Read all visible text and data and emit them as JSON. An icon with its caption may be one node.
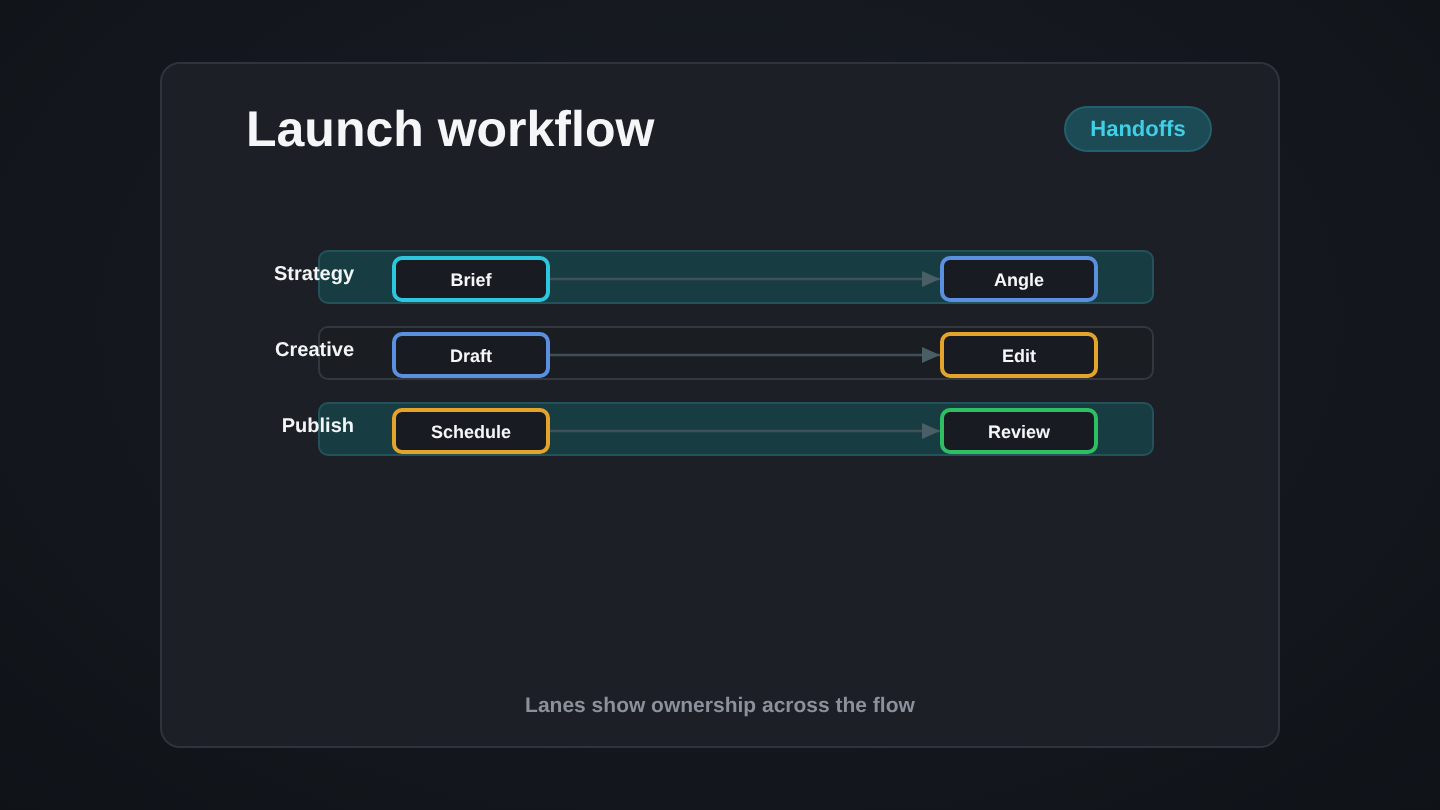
{
  "diagram": {
    "title": "Launch workflow",
    "caption": "Lanes show ownership across the flow",
    "nodes": [
      {
        "text": [
          "Strategy"
        ]
      },
      {
        "text": [
          "Brief"
        ],
        "in": 0
      },
      {
        "text": [
          "Angle"
        ],
        "in": 0
      },
      {
        "text": [
          "Creative"
        ]
      },
      {
        "text": [
          "Draft"
        ],
        "in": 3
      },
      {
        "text": [
          "Edit"
        ],
        "in": 3
      },
      {
        "text": [
          "Publish"
        ]
      },
      {
        "text": [
          "Schedule"
        ],
        "in": 6
      },
      {
        "text": [
          "Review"
        ],
        "in": 6
      },
      {
        "text": [
          "Handoffs"
        ]
      }
    ],
    "edges": [
      {
        "from": 1,
        "to": 2,
        "arrow": "to"
      },
      {
        "from": 4,
        "to": 5,
        "arrow": "to"
      },
      {
        "from": 7,
        "to": 8,
        "arrow": "to"
      }
    ]
  }
}
